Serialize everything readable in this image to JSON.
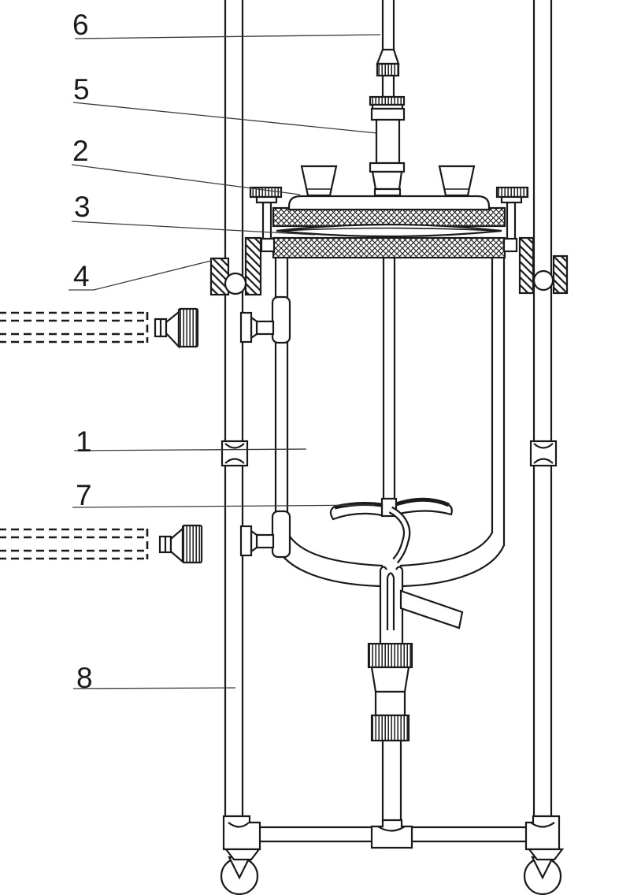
{
  "diagram": {
    "background": "#ffffff",
    "line_color": "#1a1a1a",
    "callouts": [
      {
        "number": "6",
        "part": "stirrer-shaft"
      },
      {
        "number": "5",
        "part": "stirrer-gland"
      },
      {
        "number": "2",
        "part": "reactor-lid"
      },
      {
        "number": "3",
        "part": "flange-seal"
      },
      {
        "number": "4",
        "part": "frame-clamp"
      },
      {
        "number": "1",
        "part": "vessel-body"
      },
      {
        "number": "7",
        "part": "impeller"
      },
      {
        "number": "8",
        "part": "support-rod"
      }
    ]
  }
}
